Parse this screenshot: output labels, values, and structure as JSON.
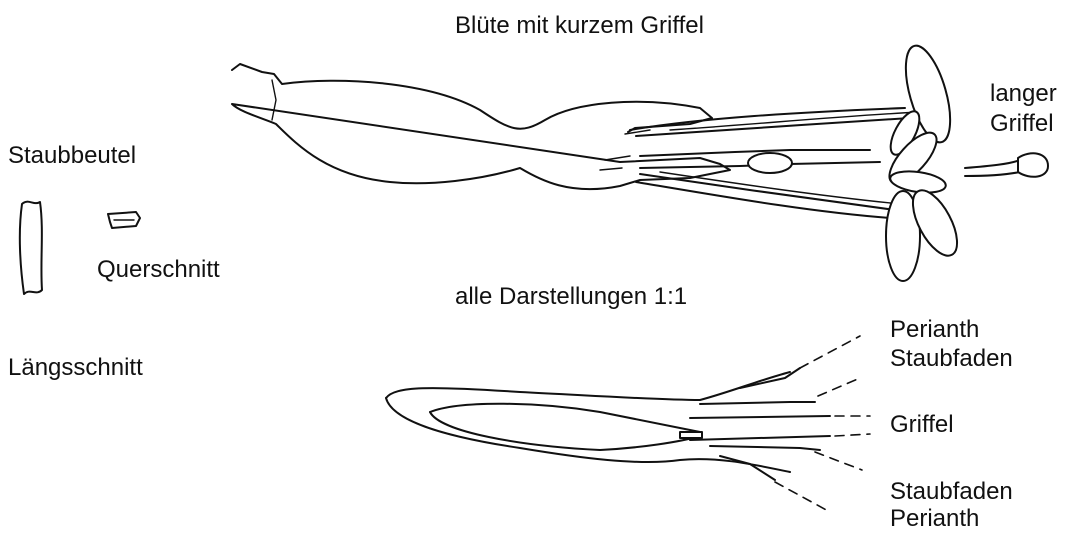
{
  "labels": {
    "title": "Blüte mit kurzem Griffel",
    "long_style_line1": "langer",
    "long_style_line2": "Griffel",
    "anther": "Staubbeutel",
    "cross_section": "Querschnitt",
    "scale_note": "alle Darstellungen 1:1",
    "longitudinal_section": "Längsschnitt",
    "perianth_top": "Perianth",
    "filament_top": "Staubfaden",
    "style": "Griffel",
    "filament_bottom": "Staubfaden",
    "perianth_bottom": "Perianth"
  },
  "colors": {
    "ink": "#111111",
    "background": "#ffffff"
  }
}
